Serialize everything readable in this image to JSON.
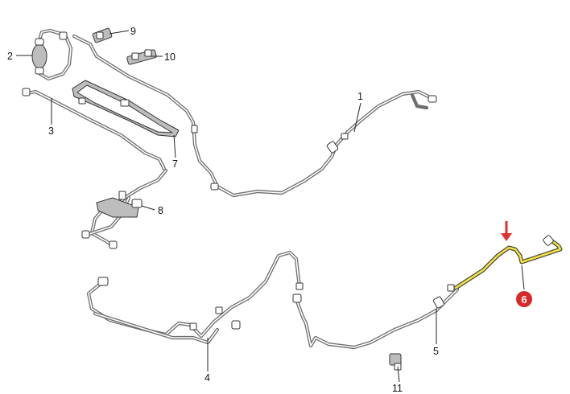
{
  "diagram": {
    "highlight_color": "#f2e23b",
    "badge_color": "#d8282b",
    "arrow_color": "#e03030",
    "callouts": [
      {
        "id": "1",
        "label": "1"
      },
      {
        "id": "2",
        "label": "2"
      },
      {
        "id": "3",
        "label": "3"
      },
      {
        "id": "4",
        "label": "4"
      },
      {
        "id": "5",
        "label": "5"
      },
      {
        "id": "6",
        "label": "6",
        "highlighted": true
      },
      {
        "id": "7",
        "label": "7"
      },
      {
        "id": "8",
        "label": "8"
      },
      {
        "id": "9",
        "label": "9"
      },
      {
        "id": "10",
        "label": "10"
      },
      {
        "id": "11",
        "label": "11"
      }
    ]
  }
}
